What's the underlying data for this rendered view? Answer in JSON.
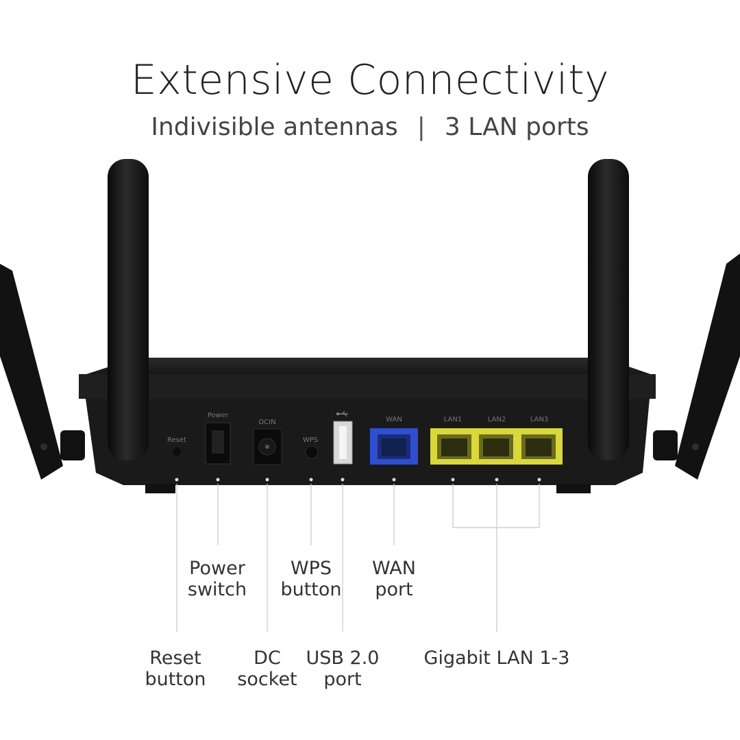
{
  "header": {
    "title": "Extensive Connectivity",
    "subtitle_left": "Indivisible antennas",
    "subtitle_sep": "|",
    "subtitle_right": "3 LAN ports"
  },
  "panel": {
    "power_print": "Power",
    "reset_print": "Reset",
    "dcin_print": "DCIN",
    "wps_print": "WPS",
    "wan_print": "WAN",
    "lan1_print": "LAN1",
    "lan2_print": "LAN2",
    "lan3_print": "LAN3"
  },
  "labels": {
    "power_switch_1": "Power",
    "power_switch_2": "switch",
    "wps_button_1": "WPS",
    "wps_button_2": "button",
    "wan_port_1": "WAN",
    "wan_port_2": "port",
    "reset_button_1": "Reset",
    "reset_button_2": "button",
    "dc_socket_1": "DC",
    "dc_socket_2": "socket",
    "usb_port_1": "USB 2.0",
    "usb_port_2": "port",
    "gigabit_lan": "Gigabit LAN 1-3"
  },
  "colors": {
    "wan_port": "#2f4fd1",
    "lan_port": "#d9d83a",
    "router_body": "#1c1c1c"
  },
  "icons": [
    "usb-icon"
  ]
}
